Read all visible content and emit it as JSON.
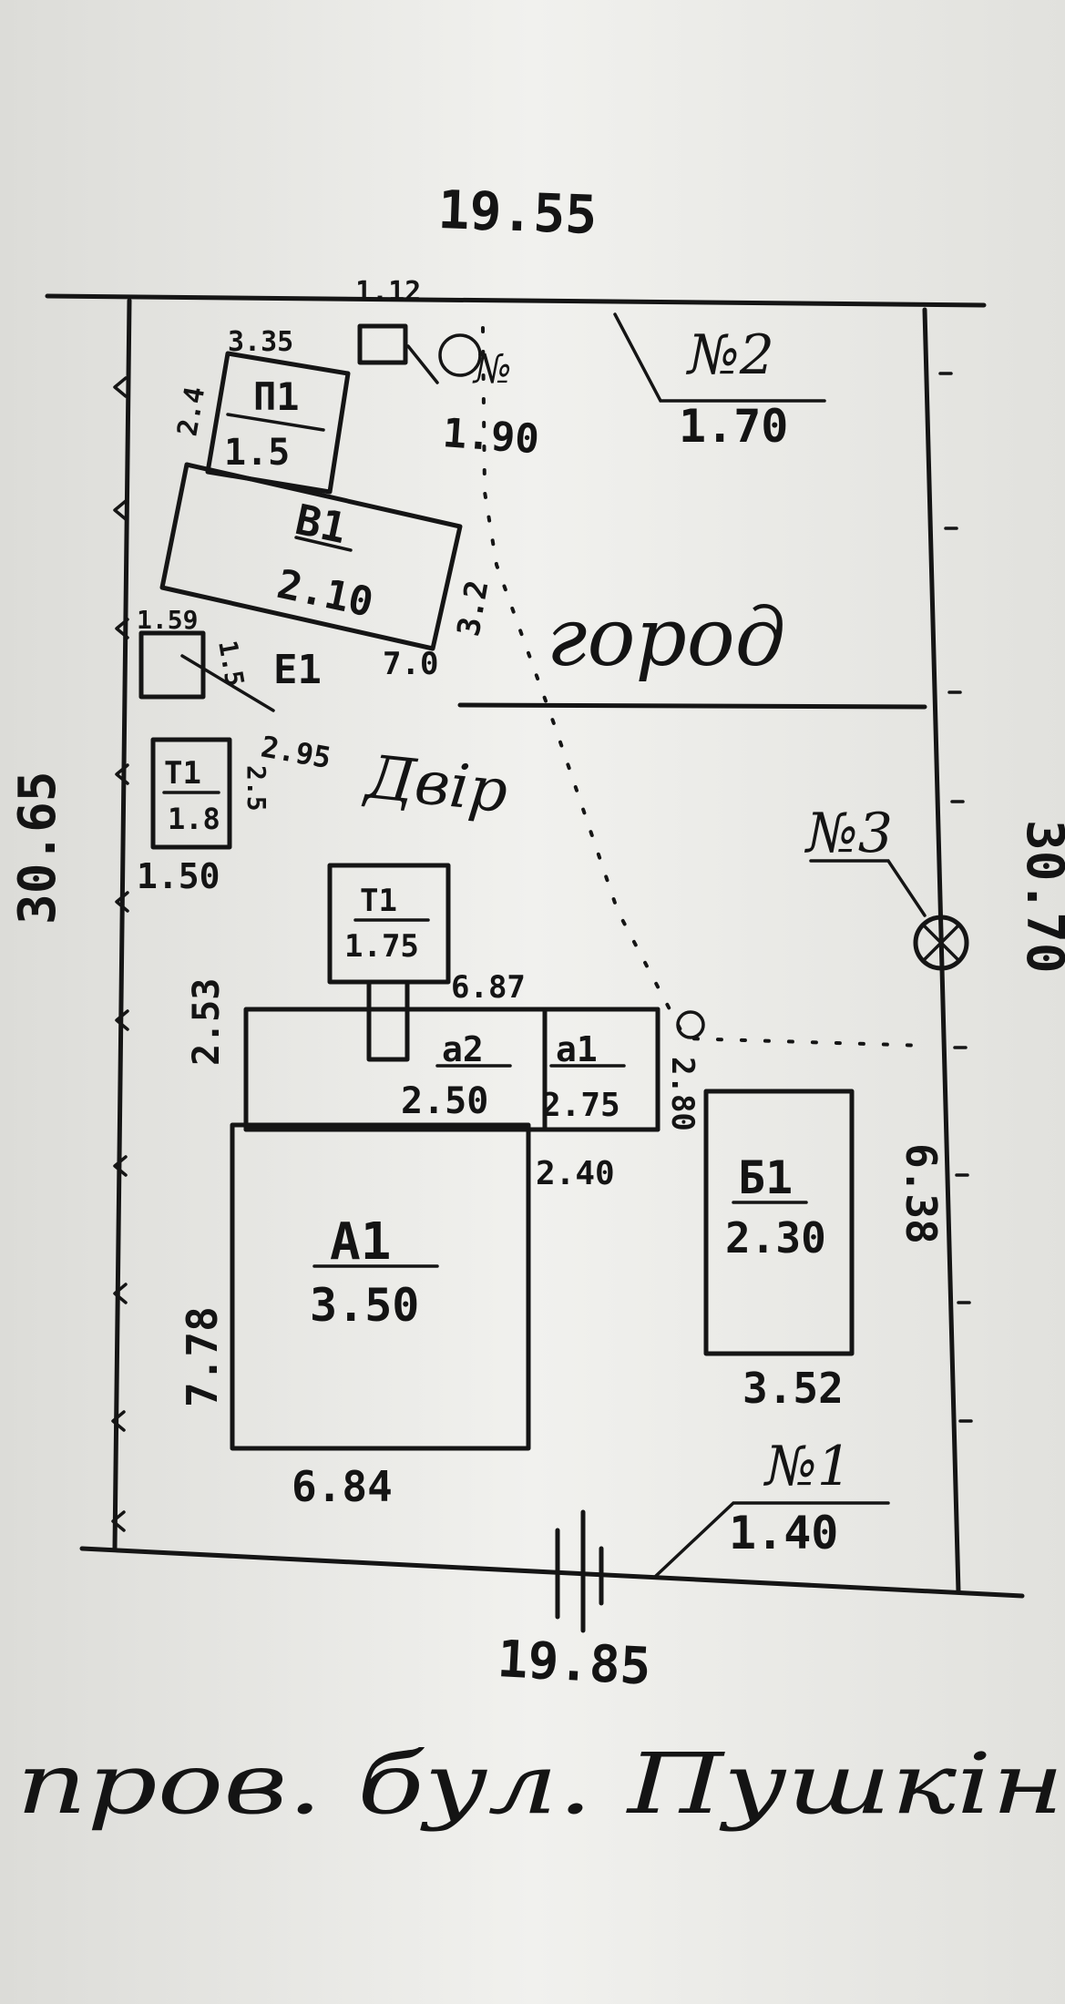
{
  "boundary": {
    "top_length": "19.55",
    "bottom_length": "19.85",
    "left_length": "30.65",
    "right_length": "30.70"
  },
  "buildings": [
    {
      "id": "p1",
      "name": "П1",
      "height": "1.5",
      "dims": [
        "3.35",
        "2.4"
      ]
    },
    {
      "id": "v1",
      "name": "В1",
      "height": "2.10",
      "dims": [
        "3.2",
        "7.0"
      ]
    },
    {
      "id": "ye1",
      "name": "Е1",
      "height": "",
      "dims": [
        "1.59",
        "1.5",
        "2.95"
      ]
    },
    {
      "id": "t1",
      "name": "Т1",
      "height": "1.8",
      "dims": [
        "1.50",
        "2.5"
      ]
    },
    {
      "id": "t2",
      "name": "Т1",
      "height": "1.75",
      "dims": [
        "6.87"
      ]
    },
    {
      "id": "a2",
      "name": "а2",
      "height": "2.50",
      "dims": [
        "2.53"
      ]
    },
    {
      "id": "a1small",
      "name": "а1",
      "height": "2.75",
      "dims": [
        "2.80",
        "2.40"
      ]
    },
    {
      "id": "A1",
      "name": "А1",
      "height": "3.50",
      "dims": [
        "7.78",
        "6.84"
      ]
    },
    {
      "id": "B1",
      "name": "Б1",
      "height": "2.30",
      "dims": [
        "6.38",
        "3.52"
      ]
    }
  ],
  "top_marks": {
    "small": "1.12",
    "n_label": "№",
    "n_height": "1.90"
  },
  "fences": [
    {
      "name": "№2",
      "height": "1.70"
    },
    {
      "name": "№3",
      "height": ""
    },
    {
      "name": "№1",
      "height": "1.40"
    }
  ],
  "zones": {
    "garden": "город",
    "yard": "Двір"
  },
  "street": "пров. бул. Пушкін"
}
